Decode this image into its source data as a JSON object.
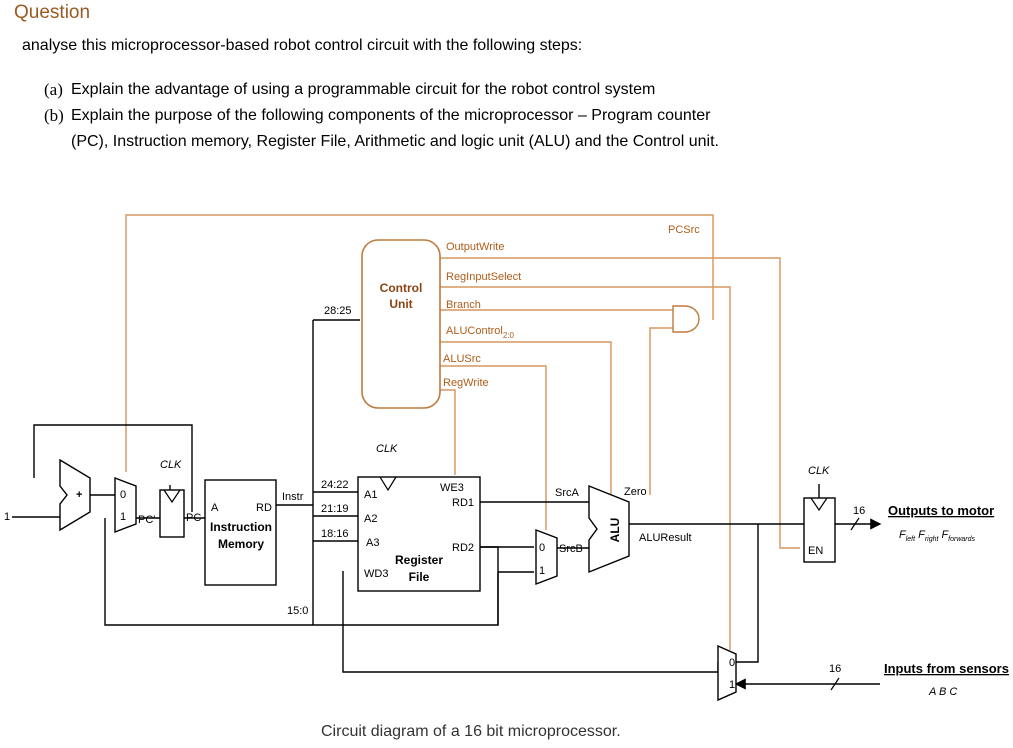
{
  "question_heading": "Question",
  "intro": "analyse this microprocessor-based robot control circuit with the following steps:",
  "items": [
    {
      "label": "(a)",
      "text": "Explain the advantage of using a programmable circuit for the robot control system"
    },
    {
      "label": "(b)",
      "text": "Explain the purpose of the following components of the microprocessor – Program counter (PC), Instruction memory, Register File, Arithmetic and logic unit (ALU) and the Control unit."
    }
  ],
  "caption": "Circuit diagram of a 16 bit microprocessor.",
  "diagram": {
    "control_unit": {
      "line1": "Control",
      "line2": "Unit"
    },
    "control_signals": {
      "pcsrc": "PCSrc",
      "output_write": "OutputWrite",
      "reg_input_select": "RegInputSelect",
      "branch": "Branch",
      "alu_control": "ALUControl",
      "alu_control_sub": "2:0",
      "alu_src": "ALUSrc",
      "reg_write": "RegWrite"
    },
    "clk": "CLK",
    "pc_mux": {
      "in0": "0",
      "in1": "1"
    },
    "adder_plus": "+",
    "const_one": "1",
    "pc_next": "PC'",
    "pc": "PC",
    "instr_mem": {
      "a": "A",
      "rd": "RD",
      "line1": "Instruction",
      "line2": "Memory"
    },
    "instr": "Instr",
    "bitfields": {
      "f2825": "28:25",
      "f2422": "24:22",
      "f2119": "21:19",
      "f1816": "18:16",
      "f150": "15:0"
    },
    "regfile": {
      "a1": "A1",
      "a2": "A2",
      "a3": "A3",
      "wd3": "WD3",
      "we3": "WE3",
      "rd1": "RD1",
      "rd2": "RD2",
      "line1": "Register",
      "line2": "File"
    },
    "srca": "SrcA",
    "srcb": "SrcB",
    "srcb_mux": {
      "in0": "0",
      "in1": "1"
    },
    "alu": "ALU",
    "zero": "Zero",
    "alu_result": "ALUResult",
    "out_reg_en": "EN",
    "bus_width_out": "16",
    "bus_width_in": "16",
    "outputs_label": "Outputs to motor",
    "outputs_vars": {
      "f1": "F",
      "s1": "left",
      "f2": "F",
      "s2": "right",
      "f3": "F",
      "s3": "forwards"
    },
    "in_mux": {
      "in0": "0",
      "in1": "1"
    },
    "inputs_label": "Inputs from sensors",
    "inputs_vars": "A B C"
  },
  "colors": {
    "heading": "#9a5a22",
    "control_wire": "#d6955e",
    "control_text": "#b05d1a"
  }
}
